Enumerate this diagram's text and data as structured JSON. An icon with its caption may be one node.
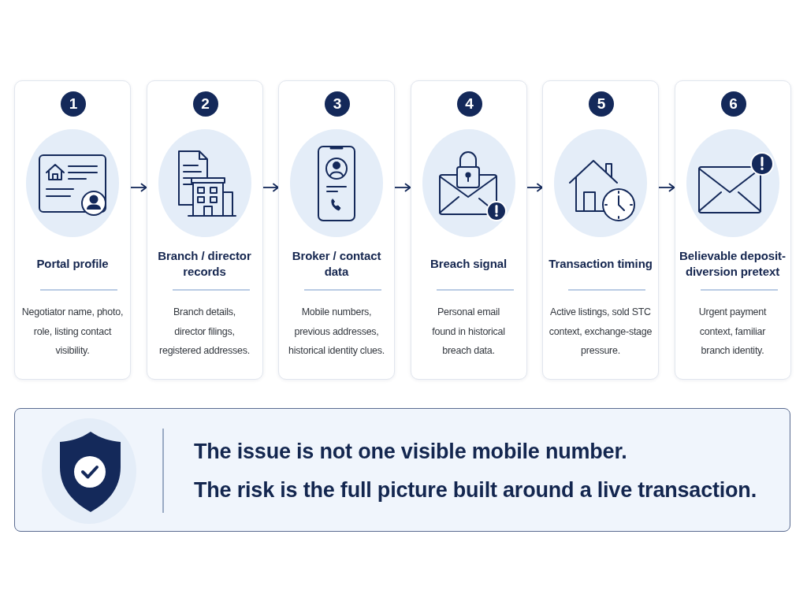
{
  "diagram": {
    "nodes": [
      {
        "text": [
          "1",
          "Portal profile",
          "Negotiator name, photo, role, listing contact visibility."
        ]
      },
      {
        "text": [
          "2",
          "Branch / director records",
          "Branch details, director filings, registered addresses."
        ]
      },
      {
        "text": [
          "3",
          "Broker / contact data",
          "Mobile numbers, previous addresses, historical identity clues."
        ]
      },
      {
        "text": [
          "4",
          "Breach signal",
          "Personal email found in historical breach data."
        ]
      },
      {
        "text": [
          "5",
          "Transaction timing",
          "Active listings, sold STC context, exchange-stage pressure."
        ]
      },
      {
        "text": [
          "6",
          "Believable deposit-diversion pretext",
          "Urgent payment context, familiar branch identity."
        ]
      },
      {
        "text": [
          "The issue is not one visible mobile number.",
          "The risk is the full picture built around a live transaction."
        ]
      }
    ],
    "edges": [
      {
        "from": 0,
        "to": 1,
        "arrow": "to"
      },
      {
        "from": 1,
        "to": 2,
        "arrow": "to"
      },
      {
        "from": 2,
        "to": 3,
        "arrow": "to"
      },
      {
        "from": 3,
        "to": 4,
        "arrow": "to"
      },
      {
        "from": 4,
        "to": 5,
        "arrow": "to"
      }
    ]
  }
}
